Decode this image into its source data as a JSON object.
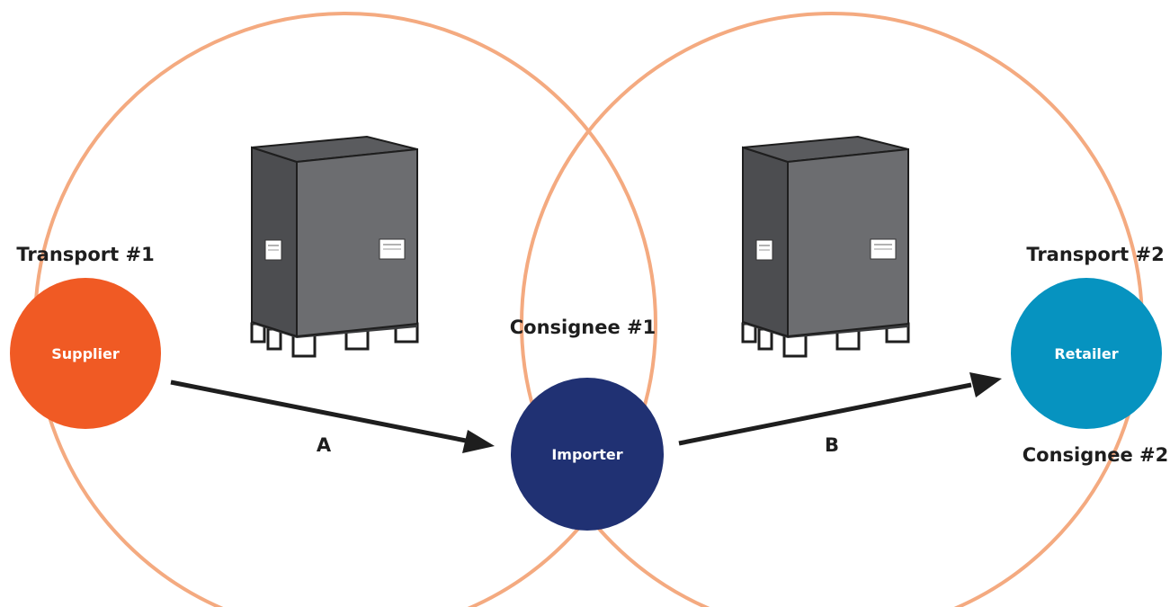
{
  "labels": {
    "transport_1": "Transport #1",
    "transport_2": "Transport #2",
    "consignee_1": "Consignee #1",
    "consignee_2": "Consignee #2",
    "arrow_a": "A",
    "arrow_b": "B"
  },
  "nodes": {
    "supplier": {
      "label": "Supplier",
      "color": "#f05a24"
    },
    "importer": {
      "label": "Importer",
      "color": "#203173"
    },
    "retailer": {
      "label": "Retailer",
      "color": "#0693c0"
    }
  },
  "colors": {
    "ring": "#f4aa80",
    "crate_front": "#6c6d70",
    "crate_top": "#5a5b5e",
    "crate_side": "#4c4d50",
    "arrow": "#1e1e1e"
  },
  "icons": [
    "pallet-crate-icon",
    "pallet-crate-icon"
  ]
}
